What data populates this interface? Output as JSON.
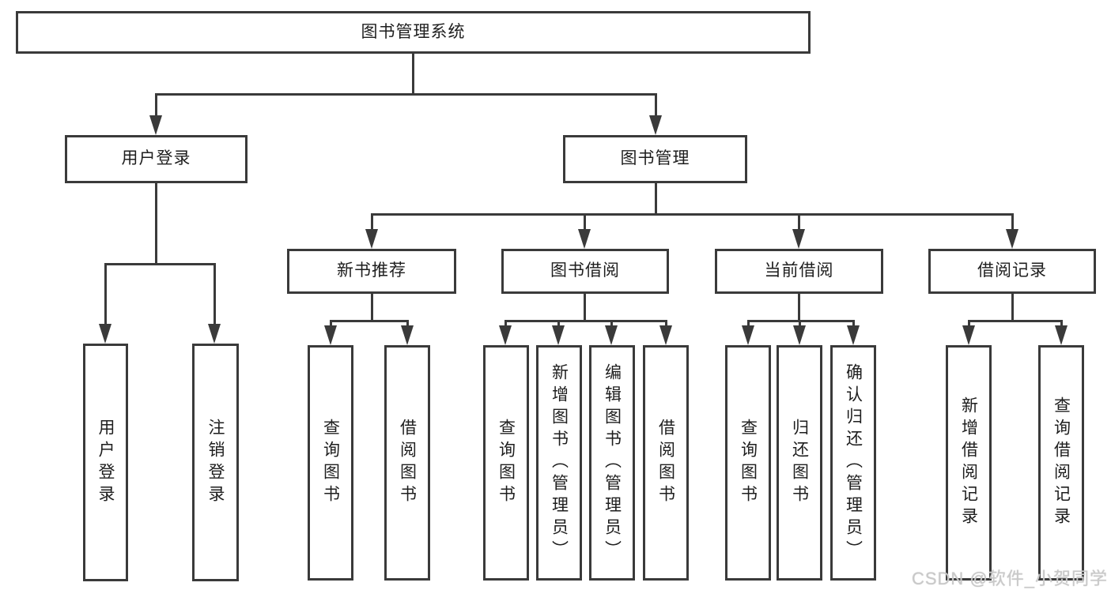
{
  "diagram": {
    "title_node": {
      "label": "图书管理系统"
    },
    "level2": [
      {
        "id": "user-login",
        "label": "用户登录"
      },
      {
        "id": "book-management",
        "label": "图书管理"
      }
    ],
    "level3": [
      {
        "id": "new-book-recommend",
        "label": "新书推荐"
      },
      {
        "id": "book-borrow",
        "label": "图书借阅"
      },
      {
        "id": "current-borrow",
        "label": "当前借阅"
      },
      {
        "id": "borrow-record",
        "label": "借阅记录"
      }
    ],
    "leaves": {
      "user_login": [
        {
          "label": "用户登录"
        },
        {
          "label": "注销登录"
        }
      ],
      "new_book": [
        {
          "label": "查询图书"
        },
        {
          "label": "借阅图书"
        }
      ],
      "book_borrow": [
        {
          "label": "查询图书"
        },
        {
          "label": "新增图书（管理员）"
        },
        {
          "label": "编辑图书（管理员）"
        },
        {
          "label": "借阅图书"
        }
      ],
      "current_borrow": [
        {
          "label": "查询图书"
        },
        {
          "label": "归还图书"
        },
        {
          "label": "确认归还（管理员）"
        }
      ],
      "borrow_record": [
        {
          "label": "新增借阅记录"
        },
        {
          "label": "查询借阅记录"
        }
      ]
    },
    "watermark": "CSDN @软件_小贺同学",
    "colors": {
      "line": "#3a3a3a",
      "text": "#1e1e1e",
      "watermark": "#c9c9c9",
      "background": "#ffffff"
    }
  }
}
